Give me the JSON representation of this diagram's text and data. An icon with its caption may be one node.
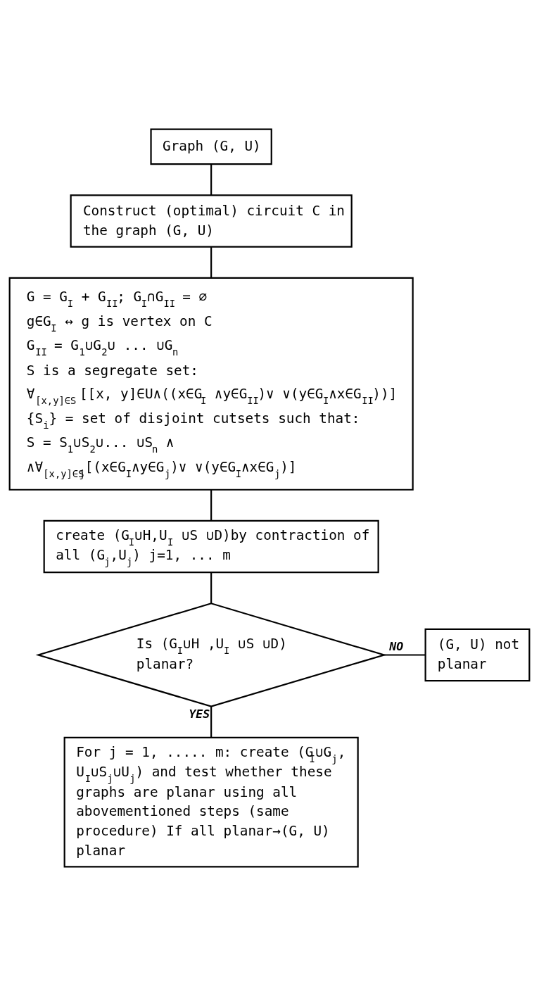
{
  "diagram": {
    "nodes": [
      {
        "text": [
          "Graph (G, U)"
        ]
      },
      {
        "text": [
          "Construct (optimal) circuit C in the graph (G, U)"
        ]
      },
      {
        "text": [
          "G = G$_{I}$ + G$_{II}$; G$_{I}$∩G$_{II}$ = ∅",
          "g∈G$_{I}$ ↔ g is vertex on C",
          "G$_{II}$ = G$_{1}$∪G$_{2}$∪ ... ∪G$_{n}$",
          "S is a segregate set:",
          "∀$_{[x,y]∈S}$ [[x, y]∈U∧((x∈G$_{I}$ ∧y∈G$_{II}$)∨ ∨(y∈G$_{I}$∧x∈G$_{II}$))]",
          "{S$_{i}$} = set of disjoint cutsets such that:",
          "S = S$_{1}$∪S$_{2}$∪... ∪S$_{n}$ ∧",
          "∧∀$_{[x,y]∈S}$$_{j}$[(x∈G$_{I}$∧y∈G$_{j}$)∨ ∨(y∈G$_{I}$∧x∈G$_{j}$)]"
        ]
      },
      {
        "text": [
          "create (G$_{I}$∪H,U$_{I}$ ∪S ∪D)by contraction of all (G$_{j}$,U$_{j}$) j=1, ... m"
        ]
      },
      {
        "text": [
          "Is (G$_{I}$∪H ,U$_{I}$ ∪S ∪D) planar?"
        ]
      },
      {
        "text": [
          "(G, U) not planar"
        ]
      },
      {
        "text": [
          "For j = 1, ..... m: create (G$_{I}$∪G$_{j}$, U$_{I}$∪S$_{j}$∪U$_{j}$) and test whether these graphs are planar using all abovementioned steps (same procedure) If all planar→(G, U) planar"
        ]
      }
    ],
    "edges": [
      {
        "from": 0,
        "to": 1,
        "arrow": "none"
      },
      {
        "from": 1,
        "to": 2,
        "arrow": "none"
      },
      {
        "from": 2,
        "to": 3,
        "arrow": "none"
      },
      {
        "from": 3,
        "to": 4,
        "arrow": "none"
      },
      {
        "from": 4,
        "to": 5,
        "arrow": "none",
        "label": "NO"
      },
      {
        "from": 4,
        "to": 6,
        "arrow": "none",
        "label": "YES"
      }
    ]
  }
}
